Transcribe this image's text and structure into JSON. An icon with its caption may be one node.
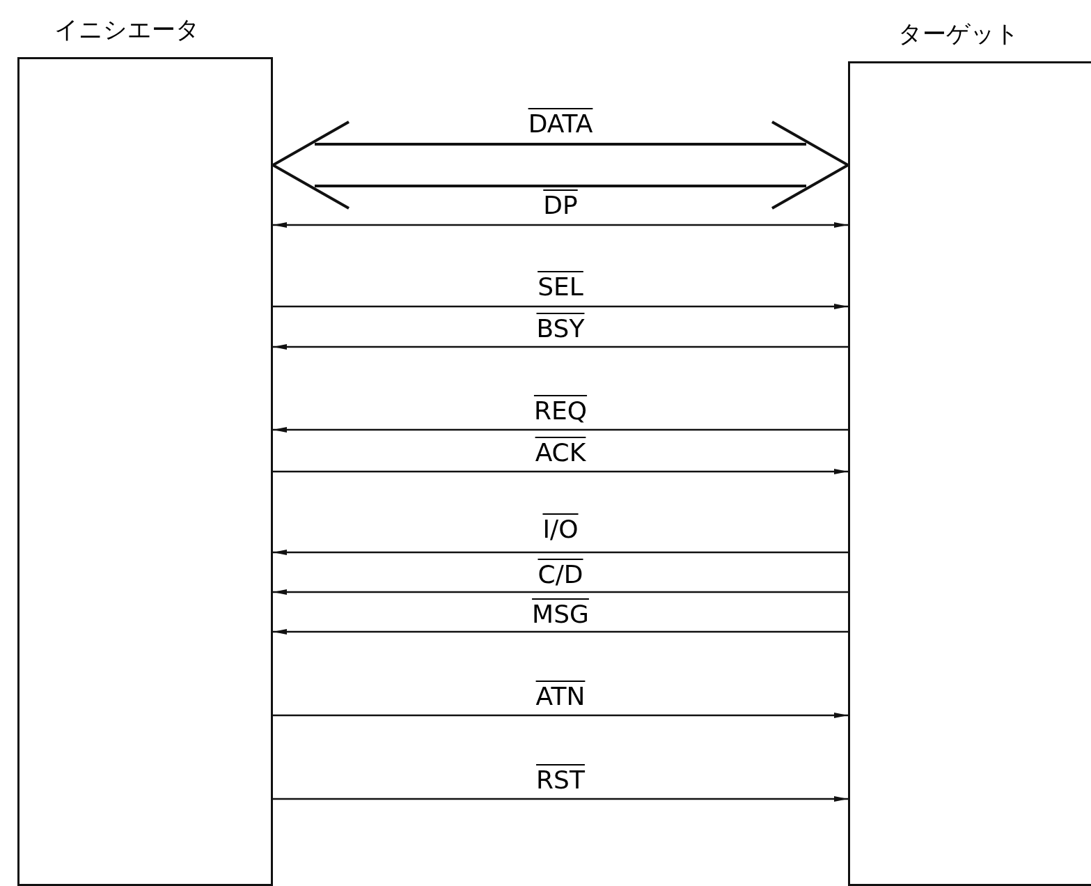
{
  "diagram": {
    "nodes": [
      {
        "text": [
          "イニシエータ"
        ]
      },
      {
        "text": [
          "ターゲット"
        ]
      }
    ],
    "edges": [
      {
        "from": 0,
        "to": 1,
        "arrow": "both",
        "label": "DATA",
        "style": "thick"
      },
      {
        "from": 0,
        "to": 1,
        "arrow": "both",
        "label": "DP"
      },
      {
        "from": 0,
        "to": 1,
        "arrow": "to",
        "label": "SEL"
      },
      {
        "from": 1,
        "to": 0,
        "arrow": "to",
        "label": "BSY"
      },
      {
        "from": 1,
        "to": 0,
        "arrow": "to",
        "label": "REQ"
      },
      {
        "from": 0,
        "to": 1,
        "arrow": "to",
        "label": "ACK"
      },
      {
        "from": 1,
        "to": 0,
        "arrow": "to",
        "label": "I/O"
      },
      {
        "from": 1,
        "to": 0,
        "arrow": "to",
        "label": "C/D"
      },
      {
        "from": 1,
        "to": 0,
        "arrow": "to",
        "label": "MSG"
      },
      {
        "from": 0,
        "to": 1,
        "arrow": "to",
        "label": "ATN"
      },
      {
        "from": 0,
        "to": 1,
        "arrow": "to",
        "label": "RST"
      }
    ]
  }
}
